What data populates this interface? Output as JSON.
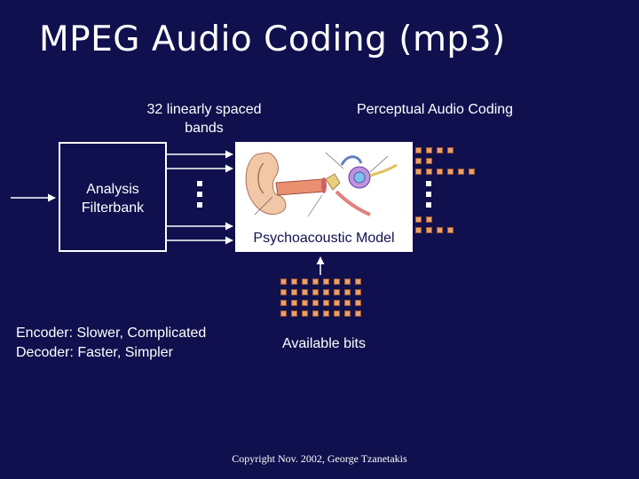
{
  "slide": {
    "title": "MPEG Audio Coding (mp3)",
    "bands_label": "32 linearly spaced bands",
    "perceptual_label": "Perceptual Audio Coding",
    "filterbank_label_line1": "Analysis",
    "filterbank_label_line2": "Filterbank",
    "psycho_label": "Psychoacoustic Model",
    "encoder_line": "Encoder: Slower, Complicated",
    "decoder_line": "Decoder: Faster, Simpler",
    "available_bits": "Available bits",
    "copyright": "Copyright Nov. 2002, George Tzanetakis"
  },
  "colors": {
    "background": "#10104e",
    "text": "#ffffff",
    "bit_square": "#e8a070"
  }
}
